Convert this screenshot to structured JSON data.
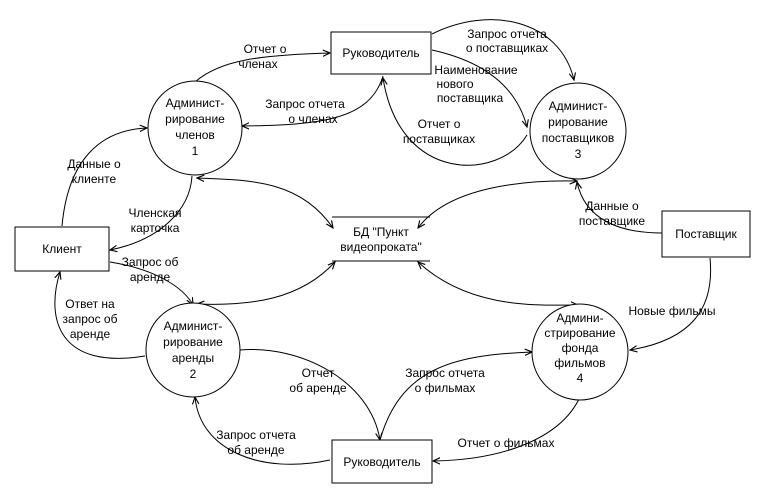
{
  "nodes": {
    "manager_top": "Руководитель",
    "manager_bottom": "Руководитель",
    "client": "Клиент",
    "supplier": "Поставщик",
    "database": [
      "БД \"Пункт",
      "видеопроката\""
    ],
    "process_1": [
      "Админист-",
      "рирование",
      "членов",
      "1"
    ],
    "process_2": [
      "Админист-",
      "рирование",
      "аренды",
      "2"
    ],
    "process_3": [
      "Админист-",
      "рирование",
      "поставщиков",
      "3"
    ],
    "process_4": [
      "Админи-",
      "стрирование",
      "фонда",
      "фильмов",
      "4"
    ]
  },
  "flows": {
    "report_members": [
      "Отчет о",
      "членах"
    ],
    "request_report_members": [
      "Запрос отчета",
      "о членах"
    ],
    "request_report_suppliers": [
      "Запрос отчета",
      "о поставщиках"
    ],
    "new_supplier_name": [
      "Наименование",
      "нового",
      "поставщика"
    ],
    "report_suppliers": [
      "Отчет о",
      "поставщиках"
    ],
    "client_data": [
      "Данные о",
      "клиенте"
    ],
    "member_card": [
      "Членская",
      "карточка"
    ],
    "rent_request": [
      "Запрос об",
      "аренде"
    ],
    "rent_response": [
      "Ответ на",
      "запрос об",
      "аренде"
    ],
    "supplier_data": [
      "Данные о",
      "поставщике"
    ],
    "new_films": "Новые фильмы",
    "report_rent": [
      "Отчет",
      "об аренде"
    ],
    "request_report_films": [
      "Запрос отчета",
      "о фильмах"
    ],
    "request_report_rent": [
      "Запрос отчета",
      "об аренде"
    ],
    "report_films": "Отчет о фильмах"
  }
}
